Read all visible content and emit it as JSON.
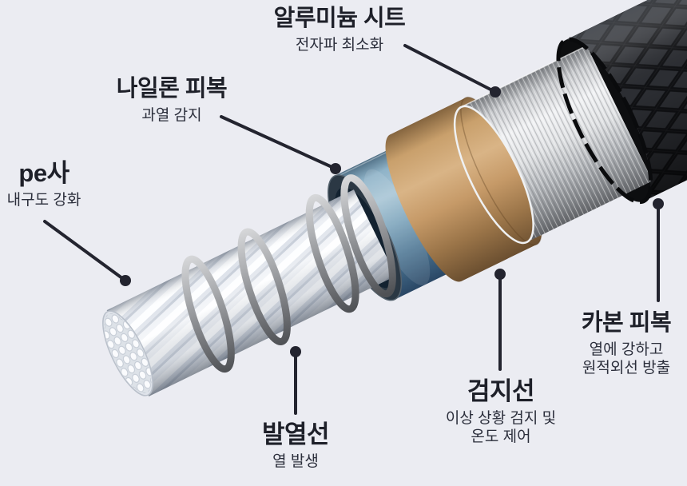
{
  "palette": {
    "background": "#ebecf2",
    "title_text": "#1e2029",
    "subtitle_text": "#2b2e3b",
    "leader_line": "#23242f",
    "pe_core_white": "#f4f6f9",
    "heating_wire_gray": "#9a9da1",
    "nylon_layer_blue": "#7fa6bd",
    "detection_ring_tan": "#c49a6c",
    "aluminum_layer_silver": "#d9dbde",
    "carbon_jacket_black": "#1c1d20"
  },
  "labels": {
    "aluminum": {
      "title": "알루미늄 시트",
      "subtitle": "전자파 최소화"
    },
    "nylon": {
      "title": "나일론 피복",
      "subtitle": "과열 감지"
    },
    "pe": {
      "title": "pe사",
      "subtitle": "내구도 강화"
    },
    "heating": {
      "title": "발열선",
      "subtitle": "열 발생"
    },
    "detection": {
      "title": "검지선",
      "subtitle_line1": "이상 상황 검지 및",
      "subtitle_line2": "온도 제어"
    },
    "carbon": {
      "title": "카본 피복",
      "subtitle_line1": "열에 강하고",
      "subtitle_line2": "원적외선 방출"
    }
  }
}
